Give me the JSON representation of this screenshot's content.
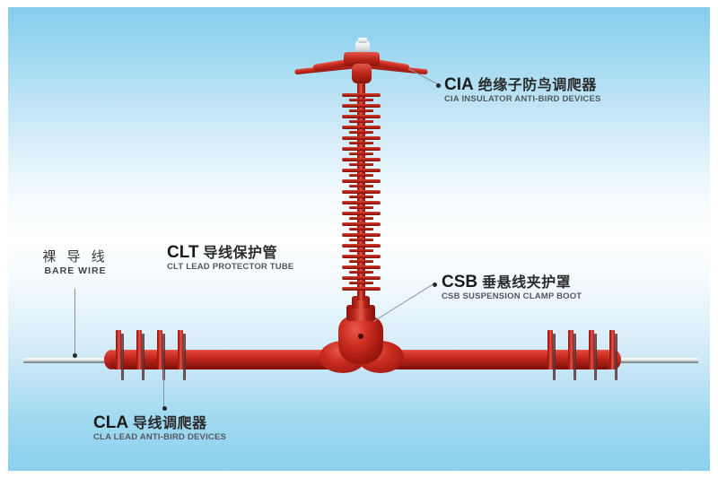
{
  "diagram": {
    "title_visible": false,
    "background": {
      "top_color": "#86cdec",
      "middle_color": "#ffffff",
      "bottom_color": "#8bd0ee",
      "frame_color": "#ffffff"
    },
    "accent_color": "#c0261c",
    "wire_color": "#9aa0a4",
    "leader_color": "#8e9296"
  },
  "labels": {
    "bare_wire": {
      "code": "",
      "cn": "裸 导 线",
      "en": "BARE WIRE"
    },
    "clt": {
      "code": "CLT",
      "cn": "导线保护管",
      "en": "CLT LEAD PROTECTOR TUBE"
    },
    "cia": {
      "code": "CIA",
      "cn": "绝缘子防鸟调爬器",
      "en": "CIA INSULATOR ANTI-BIRD DEVICES"
    },
    "csb": {
      "code": "CSB",
      "cn": "垂悬线夹护罩",
      "en": "CSB SUSPENSION CLAMP BOOT"
    },
    "cla": {
      "code": "CLA",
      "cn": "导线调爬器",
      "en": "CLA LEAD ANTI-BIRD DEVICES"
    }
  }
}
